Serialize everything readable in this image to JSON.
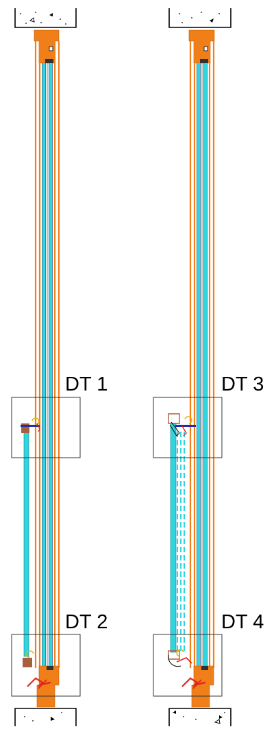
{
  "details": [
    {
      "id": "dt1",
      "label": "DT 1"
    },
    {
      "id": "dt2",
      "label": "DT 2"
    },
    {
      "id": "dt3",
      "label": "DT 3"
    },
    {
      "id": "dt4",
      "label": "DT 4"
    }
  ],
  "colors": {
    "frame": "#f07f1a",
    "glass": "#2fd6df",
    "glass_edge": "#1b5f8a",
    "detail_box": "#333333",
    "concrete": "#000000",
    "hardware_red": "#e0271f",
    "hardware_brown": "#a85f3e",
    "hardware_blue": "#1f2fa6",
    "hardware_yellow": "#e2b400"
  }
}
